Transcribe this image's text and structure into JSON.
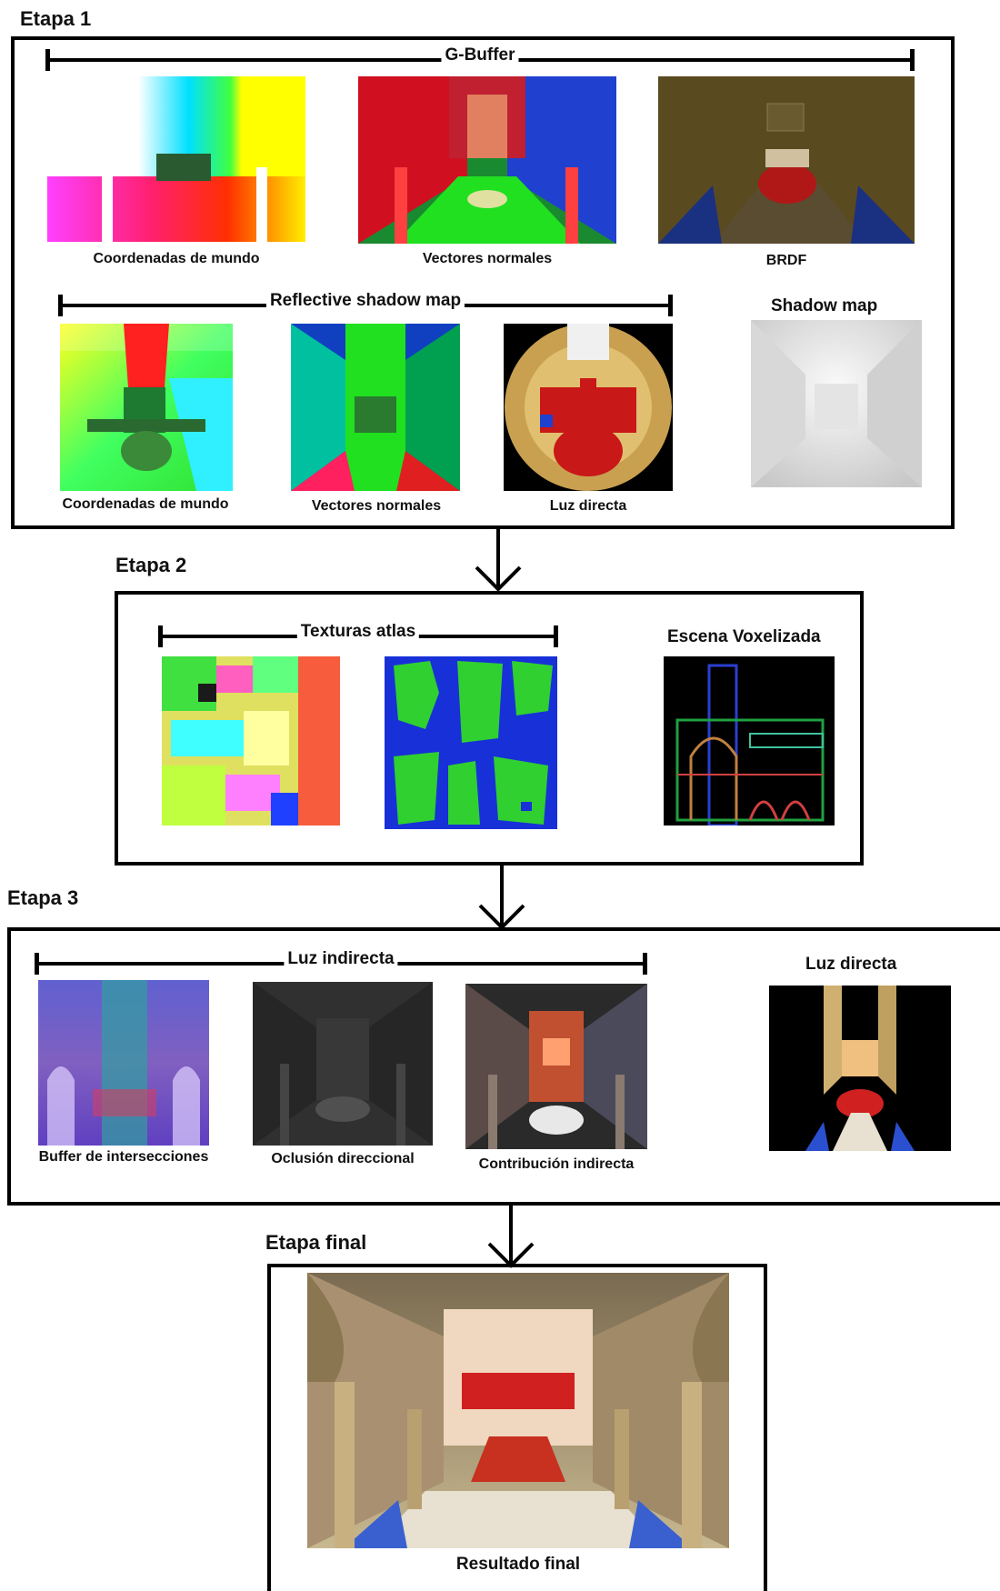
{
  "stages": {
    "s1": "Etapa 1",
    "s2": "Etapa 2",
    "s3": "Etapa 3",
    "final": "Etapa final"
  },
  "stage1": {
    "gbuffer": "G-Buffer",
    "gb_labels": [
      "Coordenadas de mundo",
      "Vectores normales",
      "BRDF"
    ],
    "rsm": "Reflective shadow map",
    "rsm_labels": [
      "Coordenadas de mundo",
      "Vectores normales",
      "Luz directa"
    ],
    "shadow_map": "Shadow map"
  },
  "stage2": {
    "atlas": "Texturas atlas",
    "voxel": "Escena Voxelizada"
  },
  "stage3": {
    "indirect": "Luz indirecta",
    "labels": [
      "Buffer de intersecciones",
      "Oclusión direccional",
      "Contribución indirecta"
    ],
    "direct": "Luz directa"
  },
  "final": {
    "result": "Resultado final"
  }
}
